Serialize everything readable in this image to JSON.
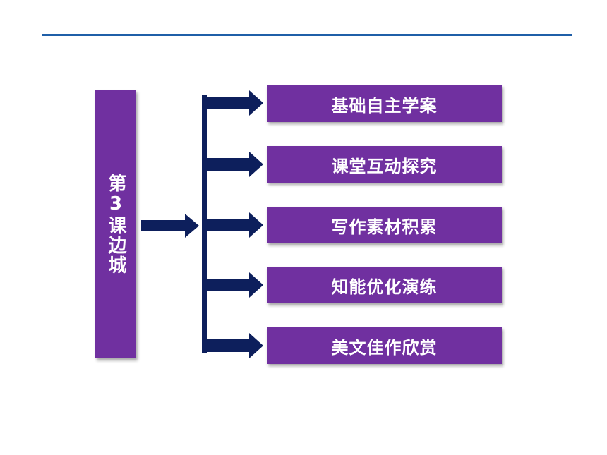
{
  "lesson": {
    "title": "第3课边城"
  },
  "menu": {
    "items": [
      {
        "label": "基础自主学案"
      },
      {
        "label": "课堂互动探究"
      },
      {
        "label": "写作素材积累"
      },
      {
        "label": "知能优化演练"
      },
      {
        "label": "美文佳作欣赏"
      }
    ]
  },
  "colors": {
    "box_fill": "#7030a0",
    "arrow_fill": "#0d1f5c",
    "rule": "#1f5fa8",
    "text": "#ffffff"
  }
}
